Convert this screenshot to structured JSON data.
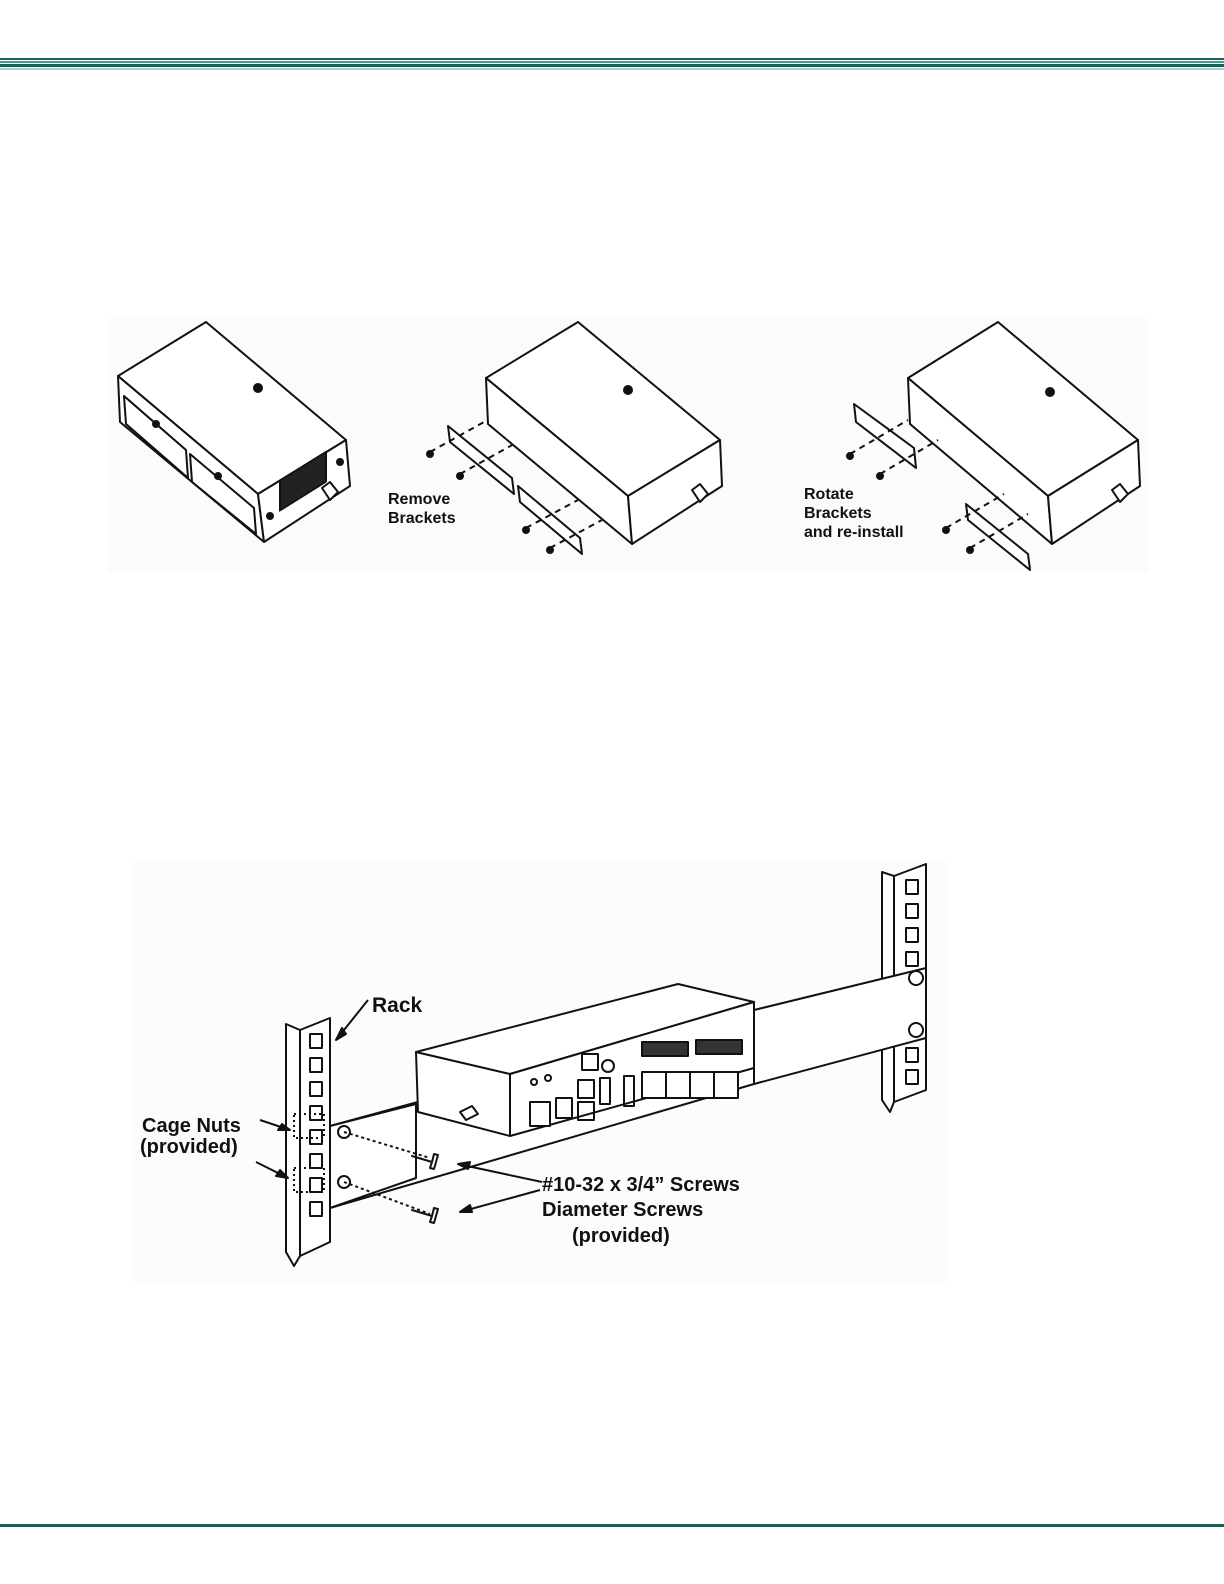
{
  "colors": {
    "rule_dark": "#1f5f5a",
    "rule_mid": "#3f9b92",
    "rule_light": "#9fd3cc"
  },
  "figure1": {
    "step2_label": [
      "Remove",
      "Brackets"
    ],
    "step3_label": [
      "Rotate",
      "Brackets",
      "and re-install"
    ]
  },
  "figure2": {
    "rack_label": "Rack",
    "cage_nuts_label": [
      "Cage Nuts",
      "(provided)"
    ],
    "screws_label": [
      "#10-32 x 3/4” Screws",
      "Diameter Screws",
      "(provided)"
    ]
  }
}
